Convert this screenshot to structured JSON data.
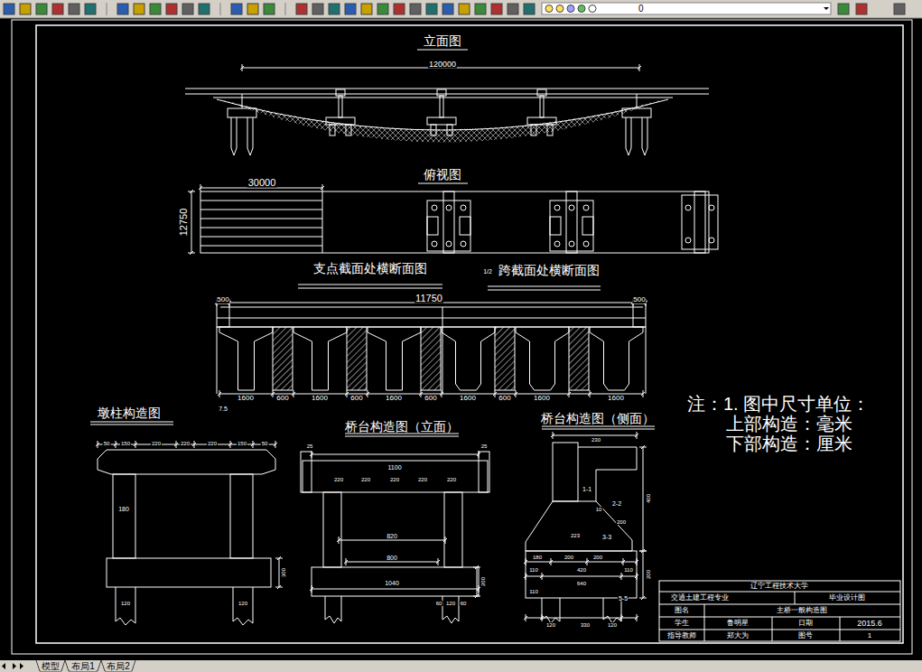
{
  "diagram": {
    "labels": [
      "0",
      "立面图",
      "120000",
      "俯视图",
      "30000",
      "12750",
      "支点截面处横断面图",
      "1/2",
      "跨截面处横断面图",
      "500",
      "11750",
      "500",
      "1600",
      "600",
      "1600",
      "600",
      "1600",
      "600",
      "1600",
      "600",
      "1600",
      "1600",
      "7.5",
      "注：1. 图中尺寸单位：",
      "上部构造：毫米",
      "下部构造：厘米",
      "墩柱构造图",
      "50",
      "150",
      "220",
      "220",
      "220",
      "150",
      "50",
      "180",
      "300",
      "120",
      "120",
      "桥台构造图（立面）",
      "25",
      "25",
      "1100",
      "220",
      "220",
      "220",
      "220",
      "220",
      "820",
      "800",
      "1040",
      "60",
      "120",
      "60",
      "200",
      "桥台构造图（侧面）",
      "230",
      "1-1",
      "2-2",
      "10",
      "200",
      "223",
      "3-3",
      "400",
      "180",
      "200",
      "200",
      "110",
      "420",
      "110",
      "640",
      "110",
      "200",
      "5-5",
      "120",
      "330",
      "120",
      "辽宁工程技术大学",
      "交通土建工程专业",
      "毕业设计图",
      "图名",
      "主桥一般构造图",
      "学生",
      "鲁明星",
      "日期",
      "2015.6",
      "指导教师",
      "郑大为",
      "图号",
      "1",
      "模型",
      "布局1",
      "布局2"
    ]
  }
}
